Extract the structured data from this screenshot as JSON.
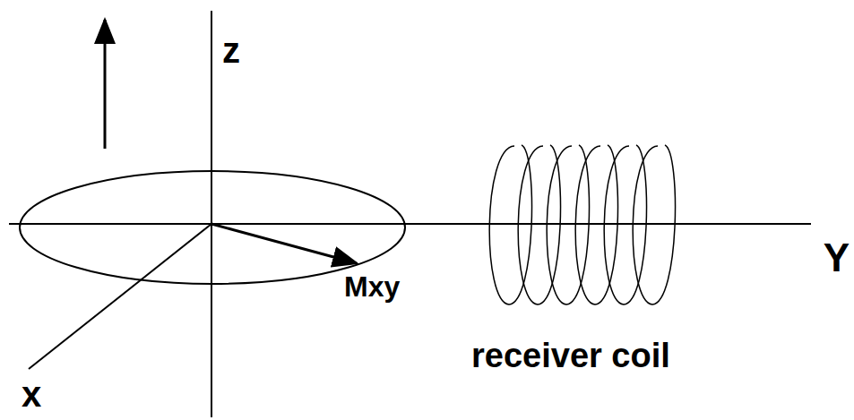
{
  "diagram": {
    "labels": [
      "z",
      "Y",
      "x",
      "Mxy",
      "receiver coil"
    ]
  }
}
